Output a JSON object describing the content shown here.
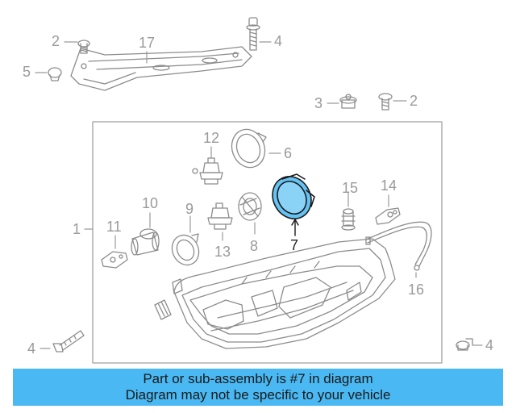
{
  "diagram": {
    "highlight_color": "#4ab8f2",
    "callouts": [
      "1",
      "2",
      "2",
      "3",
      "4",
      "4",
      "4",
      "5",
      "6",
      "7",
      "8",
      "9",
      "10",
      "11",
      "12",
      "13",
      "14",
      "15",
      "16",
      "17"
    ],
    "highlighted_part": "7"
  },
  "banner": {
    "line1": "Part or sub-assembly is #7 in diagram",
    "line2": "Diagram may not be specific to your vehicle",
    "background": "#4ab8f2"
  }
}
